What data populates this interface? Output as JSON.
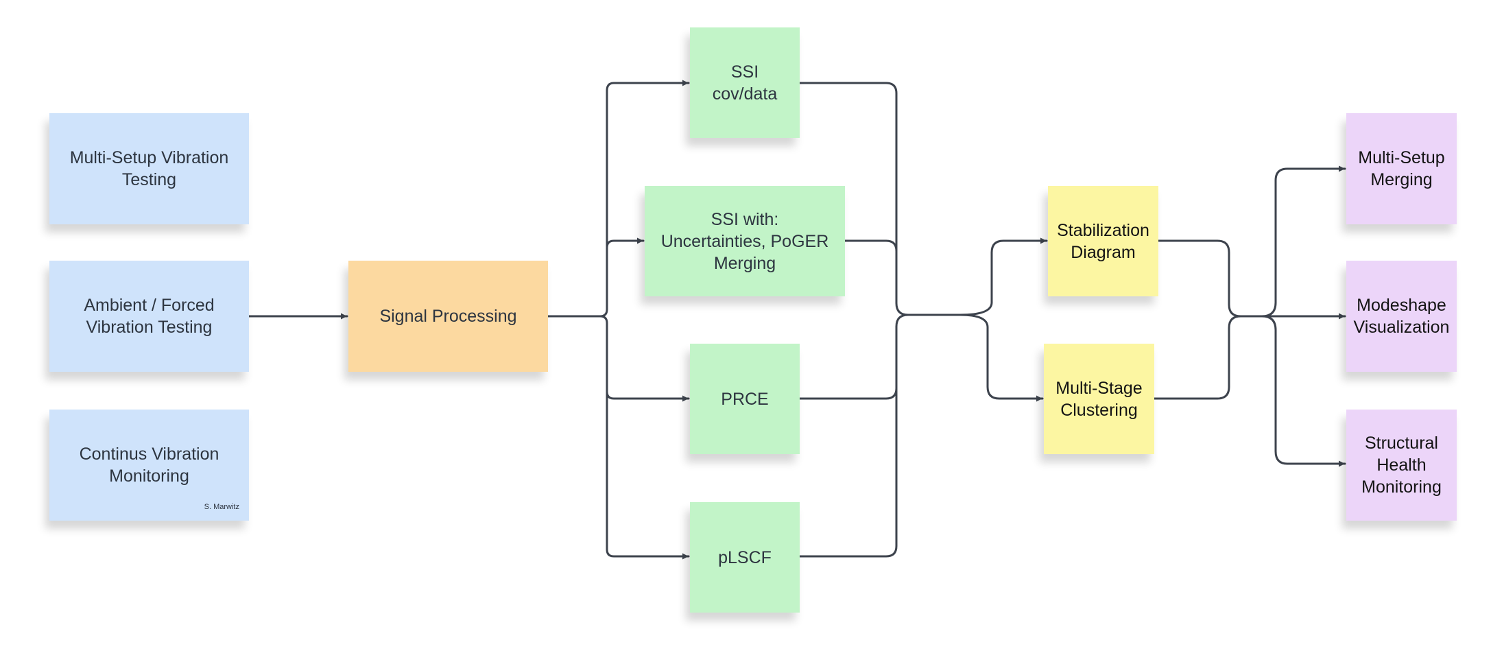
{
  "nodes": {
    "multi_setup_testing": "Multi-Setup Vibration\nTesting",
    "ambient_forced": "Ambient / Forced\nVibration Testing",
    "continuous_monitoring": "Continus Vibration\nMonitoring",
    "author": "S. Marwitz",
    "signal_processing": "Signal Processing",
    "ssi_cov_data": "SSI\ncov/data",
    "ssi_uncertainties": "SSI with:\nUncertainties, PoGER\nMerging",
    "prce": "PRCE",
    "plscf": "pLSCF",
    "stabilization": "Stabilization\nDiagram",
    "clustering": "Multi-Stage\nClustering",
    "multi_setup_merging": "Multi-Setup\nMerging",
    "modeshape": "Modeshape\nVisualization",
    "shm": "Structural\nHealth\nMonitoring"
  },
  "colors": {
    "input": "#cfe3fb",
    "processing": "#fcd9a0",
    "identification": "#c2f4c8",
    "analysis": "#fcf6a2",
    "output": "#ecd5f9",
    "connector": "#3d434d"
  }
}
